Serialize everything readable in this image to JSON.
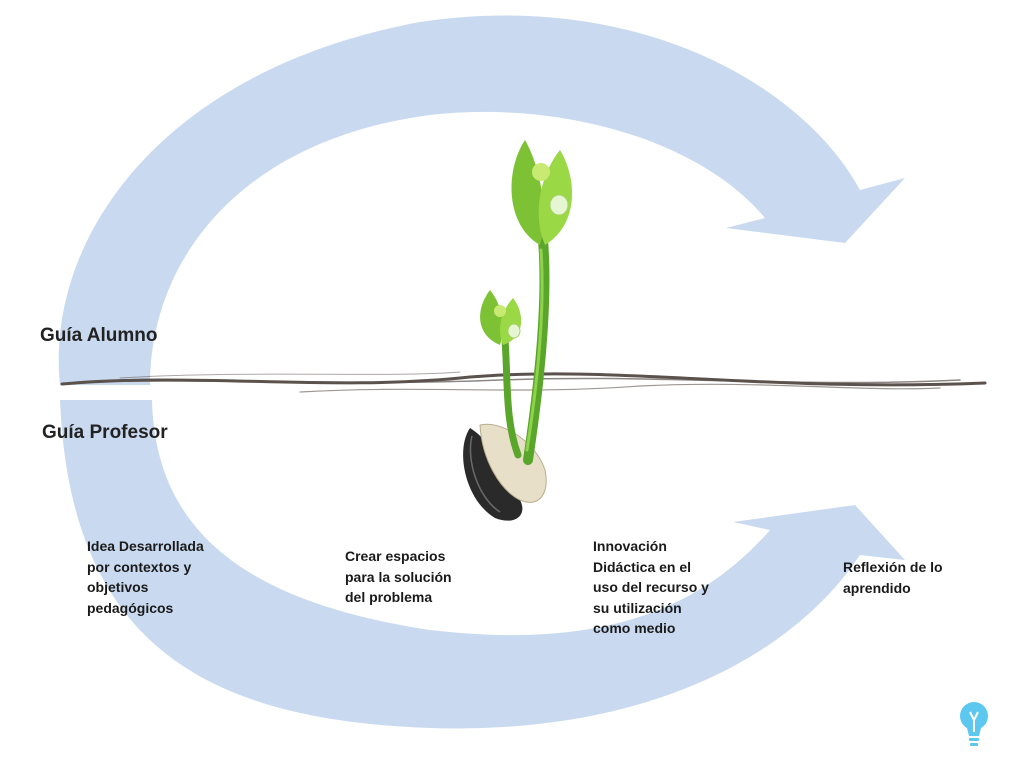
{
  "guides": {
    "student": "Guía Alumno",
    "teacher": "Guía Profesor"
  },
  "steps": [
    "Idea Desarrollada\npor contextos y\nobjetivos\npedagógicos",
    "Crear espacios\npara la solución\ndel problema",
    "Innovación\nDidáctica en el\nuso del recurso y\nsu utilización\ncomo medio",
    "Reflexión de lo\naprendido"
  ],
  "colors": {
    "cycle_arrow": "#c9daf0",
    "soil_line": "#5b524d",
    "leaf": "#8ccf3a",
    "stem": "#5aa62a",
    "seed_shell": "#2a2a2a",
    "seed_core": "#e8dfc8",
    "bulb_icon": "#5cc8f0"
  },
  "icons": {
    "corner": "lightbulb-icon"
  }
}
